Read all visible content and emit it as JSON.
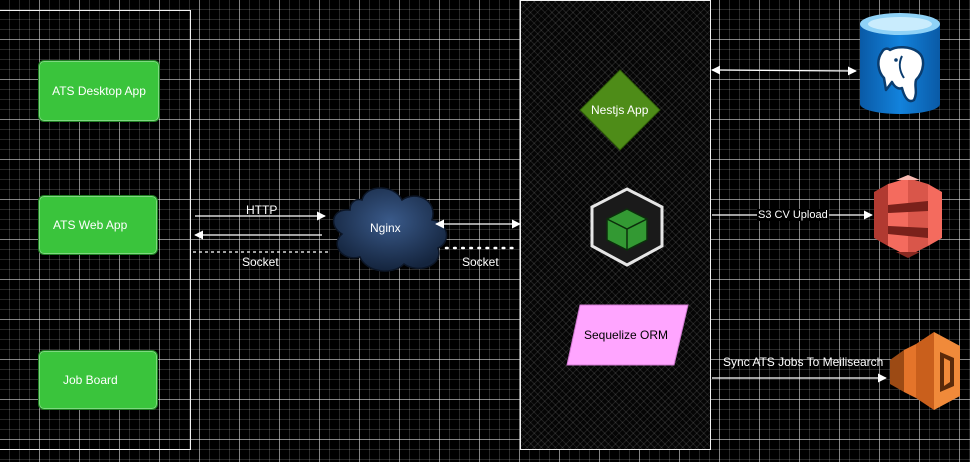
{
  "nodes": {
    "ats_desktop_app": "ATS Desktop App",
    "ats_web_app": "ATS Web App",
    "job_board": "Job Board",
    "nginx": "Nginx",
    "nestjs_app": "Nestjs App",
    "sequelize_orm": "Sequelize ORM"
  },
  "edges": {
    "http": "HTTP",
    "socket_left": "Socket",
    "socket_right": "Socket",
    "s3_upload": "S3 CV Upload",
    "sync_meilisearch": "Sync ATS Jobs To Meilisearch"
  },
  "icons": {
    "database": "postgresql-database-icon",
    "storage": "aws-s3-icon",
    "search": "aws-search-service-icon",
    "server": "nodejs-hexagon-icon"
  },
  "colors": {
    "client_node": "#3ac43c",
    "nestjs_diamond": "#4e8c18",
    "sequelize": "#ffa5ff",
    "nginx_cloud": "#1c3152",
    "postgres_blue": "#0a6fc2",
    "s3_red": "#f46b5e",
    "search_orange": "#e4742a"
  }
}
